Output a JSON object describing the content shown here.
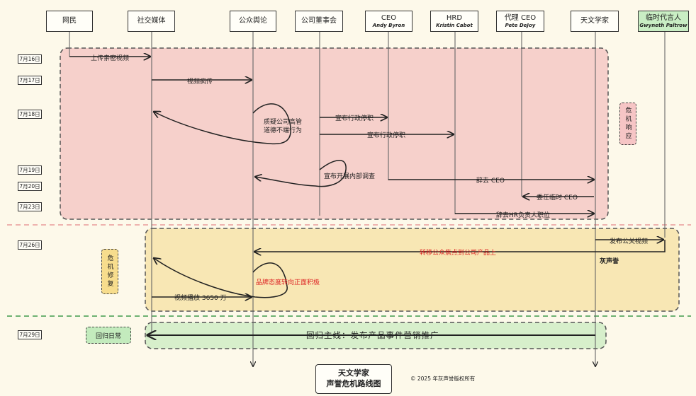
{
  "actors": [
    {
      "name": "网民"
    },
    {
      "name": "社交媒体"
    },
    {
      "name": "公众舆论"
    },
    {
      "name": "公司董事会"
    },
    {
      "name": "CEO",
      "sub": "Andy Byron"
    },
    {
      "name": "HRD",
      "sub": "Kristin Cabot"
    },
    {
      "name": "代理 CEO",
      "sub": "Pete DeJoy"
    },
    {
      "name": "天文学家"
    },
    {
      "name": "临时代言人",
      "sub": "Gwyneth Paltrow"
    }
  ],
  "dates": [
    "7月16日",
    "7月17日",
    "7月18日",
    "7月19日",
    "7月20日",
    "7月23日",
    "7月26日",
    "7月29日"
  ],
  "messages": {
    "m1": "上传亲密视频",
    "m2": "视频疯传",
    "m3a": "质疑公司高管",
    "m3b": "道德不端行为",
    "m4": "宣布行政停职",
    "m5": "宣布行政停职",
    "m6": "宣布开展内部调查",
    "m7": "辞去 CEO",
    "m8": "委任临时 CEO",
    "m9": "辞去HR负责人职位",
    "m10": "发布公关视频",
    "m11": "转移公众焦点到公司产品上",
    "m12": "品牌态度转向正面积极",
    "m13": "视频播放 3650 万",
    "m14": "回归主线：发布产品事件营销推广"
  },
  "phases": {
    "crisis_response": "危机响应",
    "crisis_repair": "危机修复",
    "back_to_normal": "回归日常"
  },
  "title": {
    "line1": "天文学家",
    "line2": "声誉危机路线图"
  },
  "copyright": "© 2025 年灰声誉版权所有",
  "watermark": "灰声誉",
  "colors": {
    "pink_zone": "#f6d0cb",
    "yellow_zone": "#f8e7b4",
    "green_zone": "#d7efcb",
    "highlight_text": "#dd2222",
    "divider_pink": "#e99a9a",
    "divider_green": "#3e9a4a"
  }
}
